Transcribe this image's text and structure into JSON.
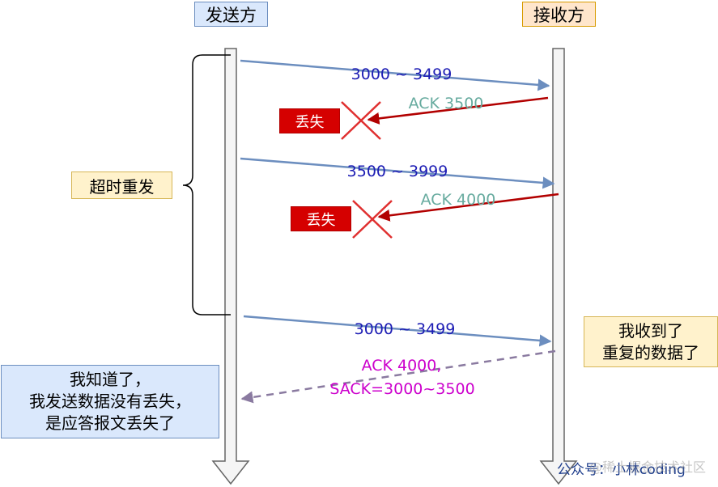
{
  "headers": {
    "sender": "发送方",
    "receiver": "接收方"
  },
  "messages": [
    {
      "label": "3000 ~ 3499",
      "color": "#1c1cb4"
    },
    {
      "label": "ACK 3500",
      "color": "#67ab9f"
    },
    {
      "label": "3500 ~ 3999",
      "color": "#1c1cb4"
    },
    {
      "label": "ACK 4000",
      "color": "#67ab9f"
    },
    {
      "label": "3000 ~ 3499",
      "color": "#1c1cb4"
    },
    {
      "label_line1": "ACK 4000,",
      "label_line2": "SACK=3000~3500",
      "color": "#cc00cc"
    }
  ],
  "lost_labels": [
    "丢失",
    "丢失"
  ],
  "timeout_label": "超时重发",
  "receiver_note": {
    "line1": "我收到了",
    "line2": "重复的数据了"
  },
  "sender_note": {
    "line1": "我知道了，",
    "line2": "我发送数据没有丢失，",
    "line3": "是应答报文丢失了"
  },
  "watermark": {
    "text": "公众号：小林coding",
    "faint": "@稀土掘金技术社区"
  },
  "colors": {
    "data_arrow": "#6c8ebf",
    "ack_arrow": "#b20000",
    "cross": "#e03030",
    "sack_arrow": "#8a7aa0"
  }
}
